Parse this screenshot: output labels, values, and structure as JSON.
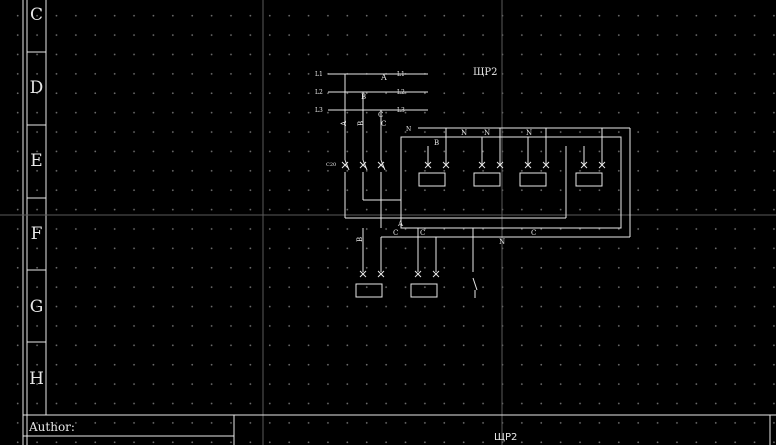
{
  "sheet": {
    "row_labels": [
      "C",
      "D",
      "E",
      "F",
      "G",
      "H"
    ],
    "author_label": "Author:",
    "drawing_title_bottom": "ЩР2"
  },
  "schematic": {
    "panel_title": "ЩР2",
    "bus_labels_left": [
      "L1",
      "L2",
      "L3"
    ],
    "bus_labels_right": [
      "L1",
      "L2",
      "L3"
    ],
    "neutral_label": "N",
    "main_breaker_label": "C20",
    "phase_labels": [
      "A",
      "B",
      "C"
    ]
  },
  "colors": {
    "background": "#000000",
    "line": "#e8e8e8",
    "grid_dot": "#6a6a6a"
  }
}
